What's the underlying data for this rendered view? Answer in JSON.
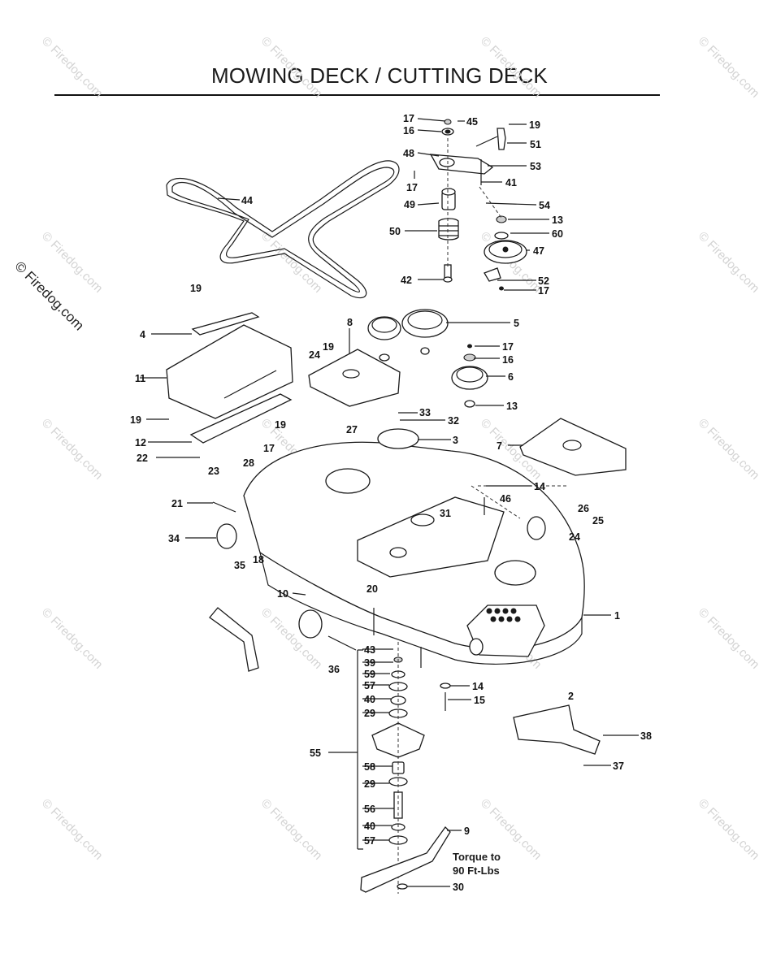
{
  "title": "MOWING DECK / CUTTING DECK",
  "watermark": {
    "side_text": "© Firedog.com",
    "tile_text": "© Firedog.com"
  },
  "torque_note": {
    "line1": "Torque to",
    "line2": "90 Ft-Lbs"
  },
  "callouts": [
    {
      "id": "c17a",
      "text": "17"
    },
    {
      "id": "c45",
      "text": "45"
    },
    {
      "id": "c19a",
      "text": "19"
    },
    {
      "id": "c16a",
      "text": "16"
    },
    {
      "id": "c51",
      "text": "51"
    },
    {
      "id": "c48",
      "text": "48"
    },
    {
      "id": "c53",
      "text": "53"
    },
    {
      "id": "c17b",
      "text": "17"
    },
    {
      "id": "c41",
      "text": "41"
    },
    {
      "id": "c44",
      "text": "44"
    },
    {
      "id": "c49",
      "text": "49"
    },
    {
      "id": "c54",
      "text": "54"
    },
    {
      "id": "c13a",
      "text": "13"
    },
    {
      "id": "c50",
      "text": "50"
    },
    {
      "id": "c60",
      "text": "60"
    },
    {
      "id": "c47",
      "text": "47"
    },
    {
      "id": "c42",
      "text": "42"
    },
    {
      "id": "c52",
      "text": "52"
    },
    {
      "id": "c19b",
      "text": "19"
    },
    {
      "id": "c17c",
      "text": "17"
    },
    {
      "id": "c8",
      "text": "8"
    },
    {
      "id": "c5",
      "text": "5"
    },
    {
      "id": "c4",
      "text": "4"
    },
    {
      "id": "c19c",
      "text": "19"
    },
    {
      "id": "c24a",
      "text": "24"
    },
    {
      "id": "c17d",
      "text": "17"
    },
    {
      "id": "c16b",
      "text": "16"
    },
    {
      "id": "c11",
      "text": "11"
    },
    {
      "id": "c6",
      "text": "6"
    },
    {
      "id": "c13b",
      "text": "13"
    },
    {
      "id": "c33",
      "text": "33"
    },
    {
      "id": "c19d",
      "text": "19"
    },
    {
      "id": "c32",
      "text": "32"
    },
    {
      "id": "c19e",
      "text": "19"
    },
    {
      "id": "c27",
      "text": "27"
    },
    {
      "id": "c12",
      "text": "12"
    },
    {
      "id": "c3",
      "text": "3"
    },
    {
      "id": "c7",
      "text": "7"
    },
    {
      "id": "c22",
      "text": "22"
    },
    {
      "id": "c17e",
      "text": "17"
    },
    {
      "id": "c23",
      "text": "23"
    },
    {
      "id": "c28",
      "text": "28"
    },
    {
      "id": "c14a",
      "text": "14"
    },
    {
      "id": "c21",
      "text": "21"
    },
    {
      "id": "c46",
      "text": "46"
    },
    {
      "id": "c31",
      "text": "31"
    },
    {
      "id": "c26",
      "text": "26"
    },
    {
      "id": "c25",
      "text": "25"
    },
    {
      "id": "c34",
      "text": "34"
    },
    {
      "id": "c24b",
      "text": "24"
    },
    {
      "id": "c35",
      "text": "35"
    },
    {
      "id": "c18",
      "text": "18"
    },
    {
      "id": "c10",
      "text": "10"
    },
    {
      "id": "c20",
      "text": "20"
    },
    {
      "id": "c1",
      "text": "1"
    },
    {
      "id": "c43",
      "text": "43"
    },
    {
      "id": "c39",
      "text": "39"
    },
    {
      "id": "c36",
      "text": "36"
    },
    {
      "id": "c59",
      "text": "59"
    },
    {
      "id": "c57a",
      "text": "57"
    },
    {
      "id": "c14b",
      "text": "14"
    },
    {
      "id": "c40a",
      "text": "40"
    },
    {
      "id": "c15",
      "text": "15"
    },
    {
      "id": "c2",
      "text": "2"
    },
    {
      "id": "c29a",
      "text": "29"
    },
    {
      "id": "c38",
      "text": "38"
    },
    {
      "id": "c55",
      "text": "55"
    },
    {
      "id": "c58",
      "text": "58"
    },
    {
      "id": "c37",
      "text": "37"
    },
    {
      "id": "c29b",
      "text": "29"
    },
    {
      "id": "c56",
      "text": "56"
    },
    {
      "id": "c9",
      "text": "9"
    },
    {
      "id": "c40b",
      "text": "40"
    },
    {
      "id": "c57b",
      "text": "57"
    },
    {
      "id": "c30",
      "text": "30"
    }
  ]
}
